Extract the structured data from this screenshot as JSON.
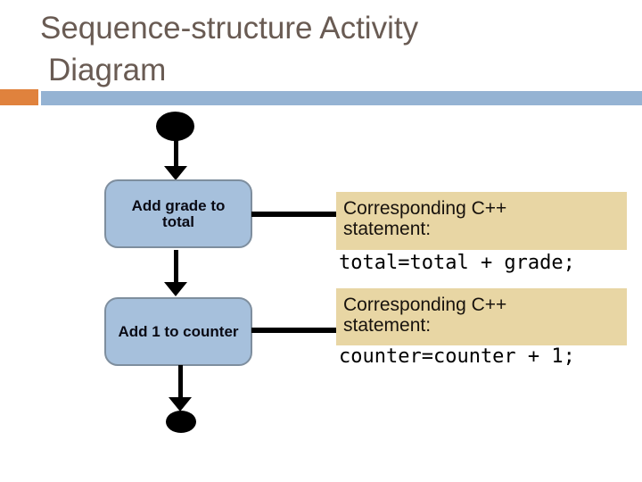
{
  "slide_title": {
    "line1": "Sequence-structure Activity",
    "line2": "Diagram"
  },
  "activity_diagram": {
    "start_node": "start",
    "end_node": "end",
    "actions": [
      {
        "label": "Add grade to total"
      },
      {
        "label": "Add 1 to counter"
      }
    ]
  },
  "callouts": [
    {
      "heading_line1": "Corresponding C++",
      "heading_line2": "statement:",
      "code": "total=total + grade;"
    },
    {
      "heading_line1": "Corresponding C++",
      "heading_line2": "statement:",
      "code": "counter=counter + 1;"
    }
  ],
  "colors": {
    "title_text": "#695b53",
    "accent_orange": "#e0823d",
    "header_bar_blue": "#95b3d3",
    "action_fill": "#a6c0dc",
    "action_border": "#7e8e9e",
    "callout_fill": "#e8d6a4",
    "node_and_arrows": "#000000"
  }
}
